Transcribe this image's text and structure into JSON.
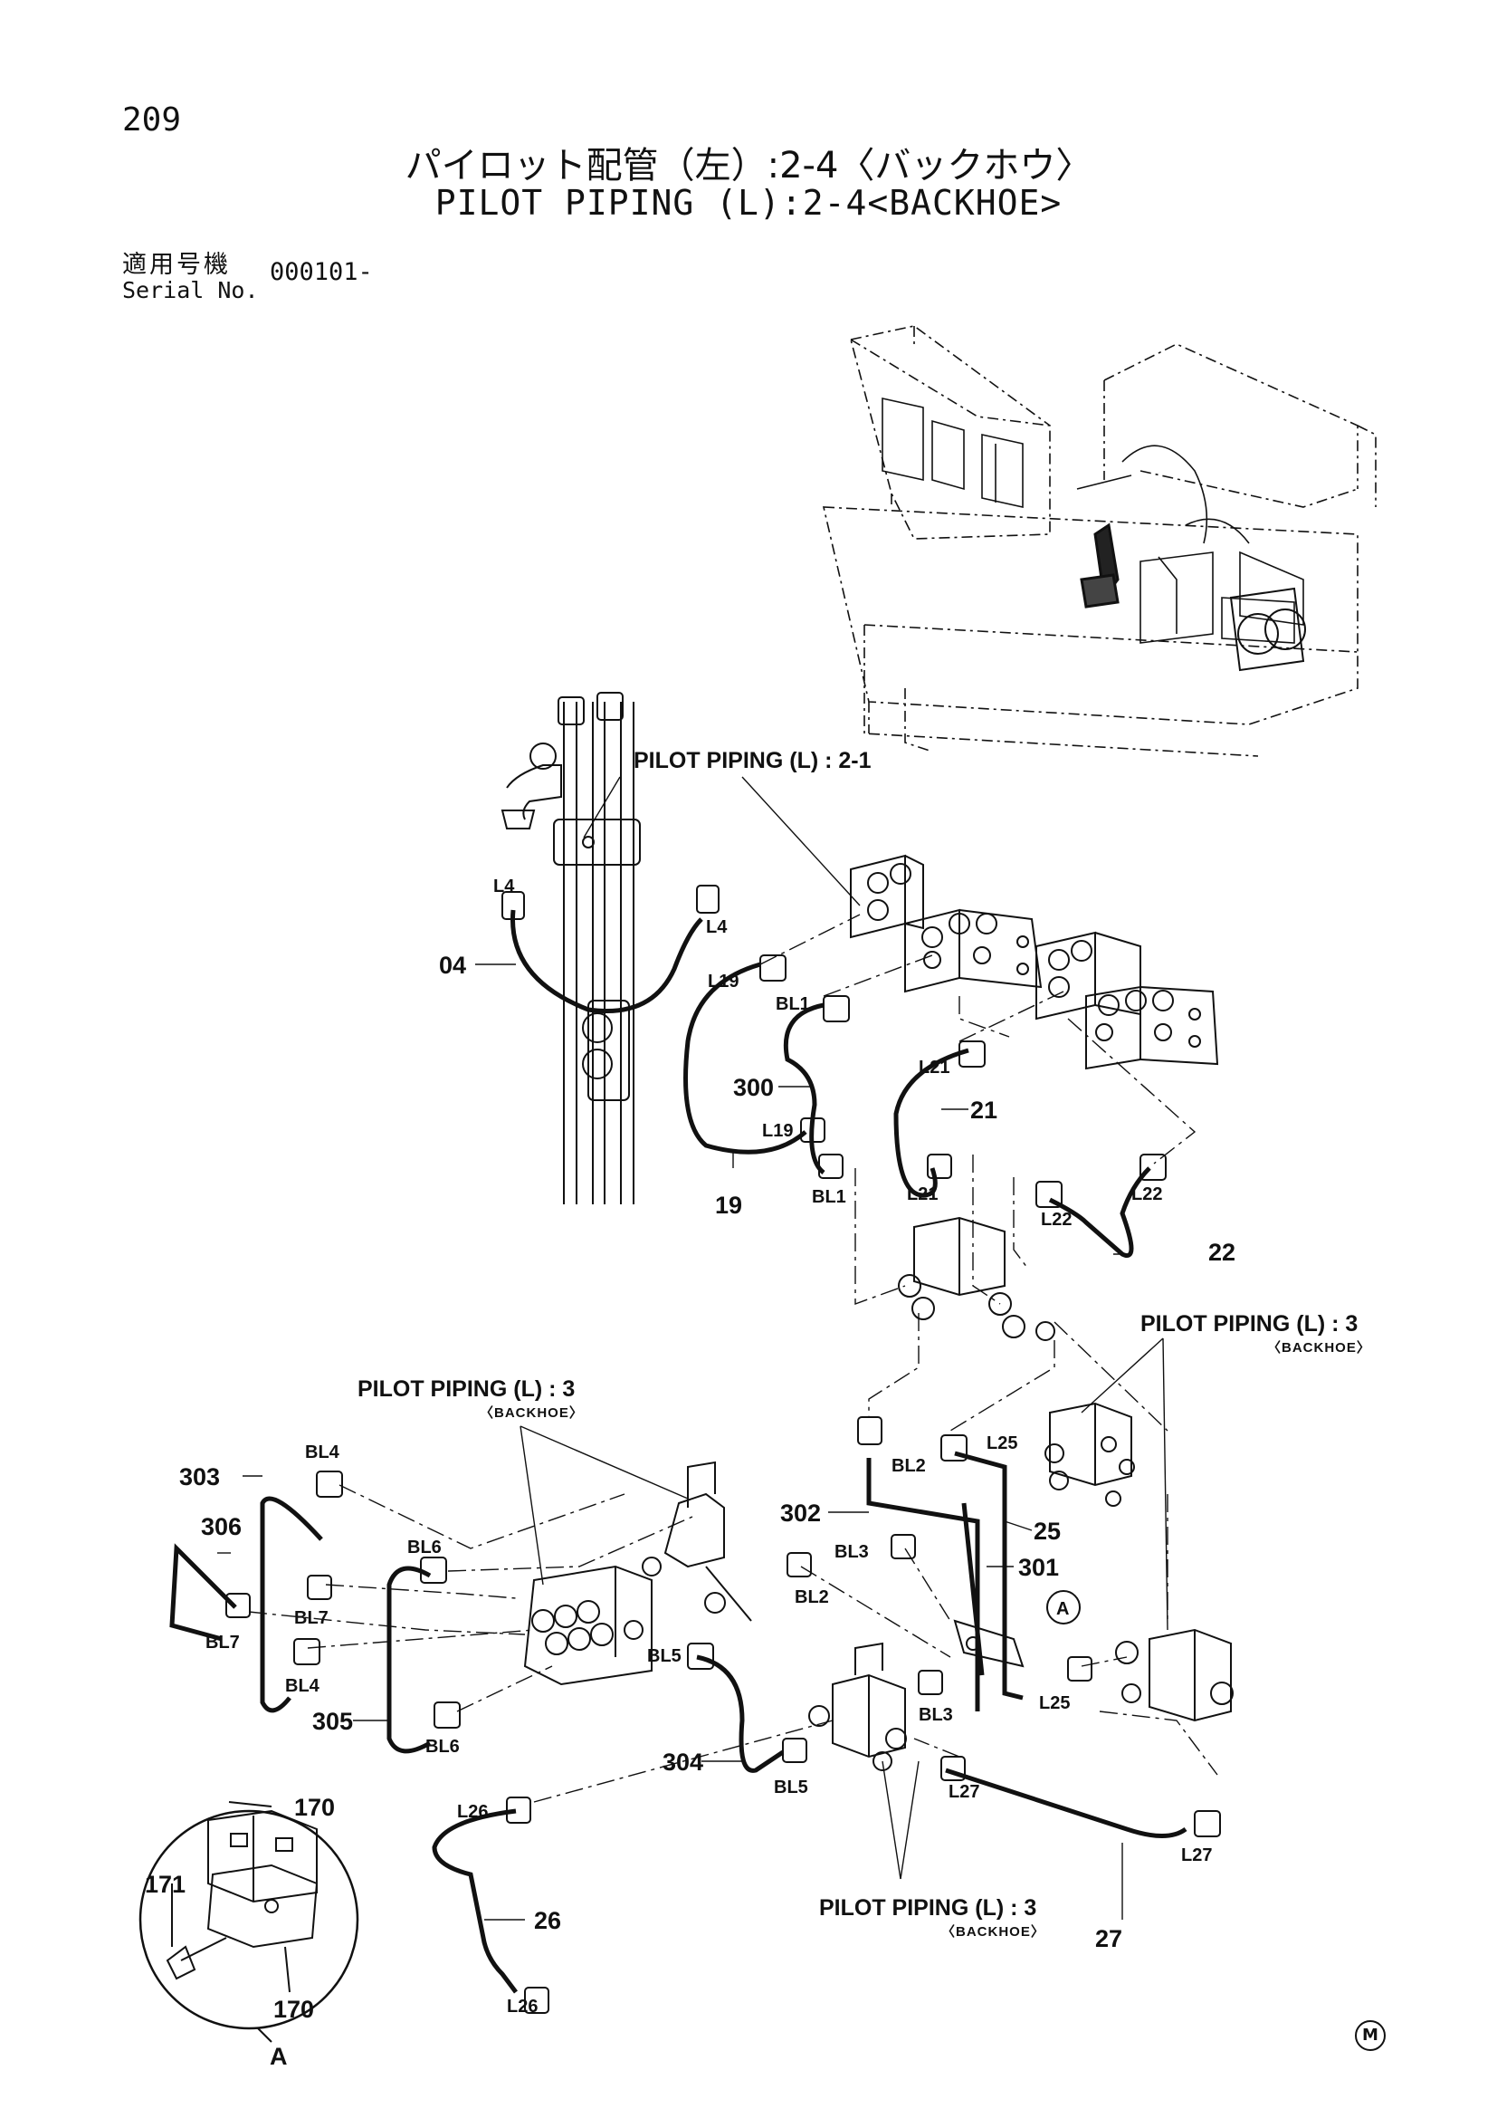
{
  "page_number": "209",
  "title_jp": "パイロット配管（左）:2-4〈バックホウ〉",
  "title_en": "PILOT PIPING (L):2-4<BACKHOE>",
  "serial_label_jp": "適用号機",
  "serial_label_en": "Serial No.",
  "serial_value": "000101-",
  "refs": {
    "ref_2_1": "PILOT PIPING (L) : 2-1",
    "ref_3_right": "PILOT PIPING (L) : 3",
    "ref_3_right_sub": "〈BACKHOE〉",
    "ref_3_left": "PILOT PIPING (L) : 3",
    "ref_3_left_sub": "〈BACKHOE〉",
    "ref_3_bottom": "PILOT PIPING (L) : 3",
    "ref_3_bottom_sub": "〈BACKHOE〉"
  },
  "part_numbers": {
    "p04": "04",
    "p19": "19",
    "p300": "300",
    "p21": "21",
    "p22": "22",
    "p25": "25",
    "p301": "301",
    "p302": "302",
    "p303": "303",
    "p306": "306",
    "p305": "305",
    "p304": "304",
    "p26": "26",
    "p27": "27",
    "p170a": "170",
    "p171": "171",
    "p170b": "170"
  },
  "tags": {
    "l4a": "L4",
    "l4b": "L4",
    "l19a": "L19",
    "l19b": "L19",
    "bl1a": "BL1",
    "bl1b": "BL1",
    "l21a": "L21",
    "l21b": "L21",
    "l22a": "L22",
    "l22b": "L22",
    "bl2a": "BL2",
    "bl2b": "BL2",
    "l25a": "L25",
    "l25b": "L25",
    "bl3a": "BL3",
    "bl3b": "BL3",
    "bl4a": "BL4",
    "bl4b": "BL4",
    "bl6a": "BL6",
    "bl6b": "BL6",
    "bl7a": "BL7",
    "bl7b": "BL7",
    "bl5a": "BL5",
    "bl5b": "BL5",
    "l26a": "L26",
    "l26b": "L26",
    "l27a": "L27",
    "l27b": "L27"
  },
  "detail_marker": "A",
  "detail_label": "A",
  "corner_mark": "M"
}
